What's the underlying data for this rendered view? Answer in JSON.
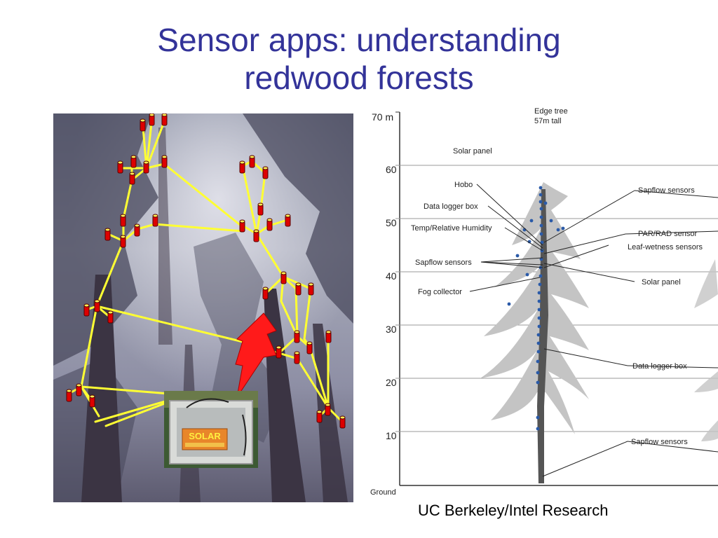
{
  "title": {
    "line1": "Sensor apps: understanding",
    "line2": "redwood forests"
  },
  "credit": "UC Berkeley/Intel Research",
  "photo": {
    "solar_box_label": "SOLAR"
  },
  "diagram": {
    "height_labels": [
      "70 m",
      "60",
      "50",
      "40",
      "30",
      "20",
      "10",
      "Ground"
    ],
    "tree_caption_line1": "Edge tree",
    "tree_caption_line2": "57m tall",
    "left_labels": {
      "solar_panel": "Solar panel",
      "hobo": "Hobo",
      "data_logger_box": "Data logger box",
      "temp_humidity": "Temp/Relative Humidity",
      "sapflow_sensors": "Sapflow sensors",
      "fog_collector": "Fog collector"
    },
    "right_labels": {
      "sapflow_top": "Sapflow sensors",
      "par_rad": "PAR/RAD sensor",
      "leaf_wetness": "Leaf-wetness sensors",
      "solar_panel": "Solar panel",
      "data_logger_box": "Data logger box",
      "sapflow_bottom": "Sapflow sensors"
    }
  }
}
